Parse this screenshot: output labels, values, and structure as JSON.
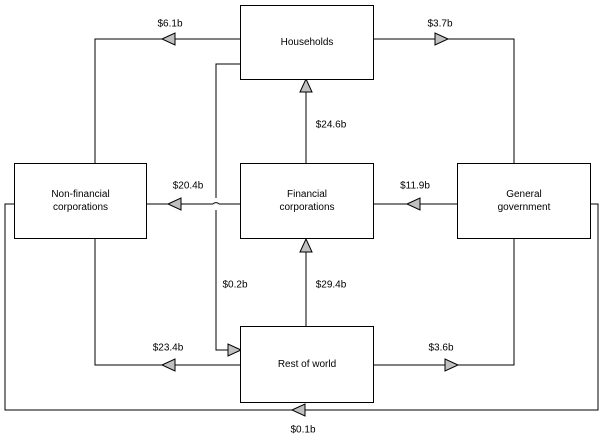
{
  "diagram": {
    "type": "flow-diagram",
    "title": "",
    "currency_unit": "b",
    "nodes": [
      {
        "id": "households",
        "label": "Households"
      },
      {
        "id": "non-financial-corporations",
        "label": "Non-financial\ncorporations"
      },
      {
        "id": "financial-corporations",
        "label": "Financial\ncorporations"
      },
      {
        "id": "general-government",
        "label": "General\ngovernment"
      },
      {
        "id": "rest-of-world",
        "label": "Rest of world"
      }
    ],
    "flows": [
      {
        "id": "hh-to-nfc",
        "label": "$6.1b",
        "value": 6.1,
        "from": "households",
        "to": "non-financial-corporations"
      },
      {
        "id": "hh-to-gg",
        "label": "$3.7b",
        "value": 3.7,
        "from": "households",
        "to": "general-government"
      },
      {
        "id": "fc-to-hh",
        "label": "$24.6b",
        "value": 24.6,
        "from": "financial-corporations",
        "to": "households"
      },
      {
        "id": "fc-to-nfc",
        "label": "$20.4b",
        "value": 20.4,
        "from": "financial-corporations",
        "to": "non-financial-corporations"
      },
      {
        "id": "gg-to-fc",
        "label": "$11.9b",
        "value": 11.9,
        "from": "general-government",
        "to": "financial-corporations"
      },
      {
        "id": "hh-to-row",
        "label": "$0.2b",
        "value": 0.2,
        "from": "households",
        "to": "rest-of-world"
      },
      {
        "id": "row-to-fc",
        "label": "$29.4b",
        "value": 29.4,
        "from": "rest-of-world",
        "to": "financial-corporations"
      },
      {
        "id": "row-to-nfc",
        "label": "$23.4b",
        "value": 23.4,
        "from": "rest-of-world",
        "to": "non-financial-corporations"
      },
      {
        "id": "row-to-gg",
        "label": "$3.6b",
        "value": 3.6,
        "from": "rest-of-world",
        "to": "general-government"
      },
      {
        "id": "gg-to-nfc",
        "label": "$0.1b",
        "value": 0.1,
        "from": "general-government",
        "to": "non-financial-corporations"
      }
    ]
  },
  "colors": {
    "line": "#000000",
    "arrowhead_fill": "#c0c0c0",
    "background": "#ffffff",
    "text": "#000000"
  }
}
